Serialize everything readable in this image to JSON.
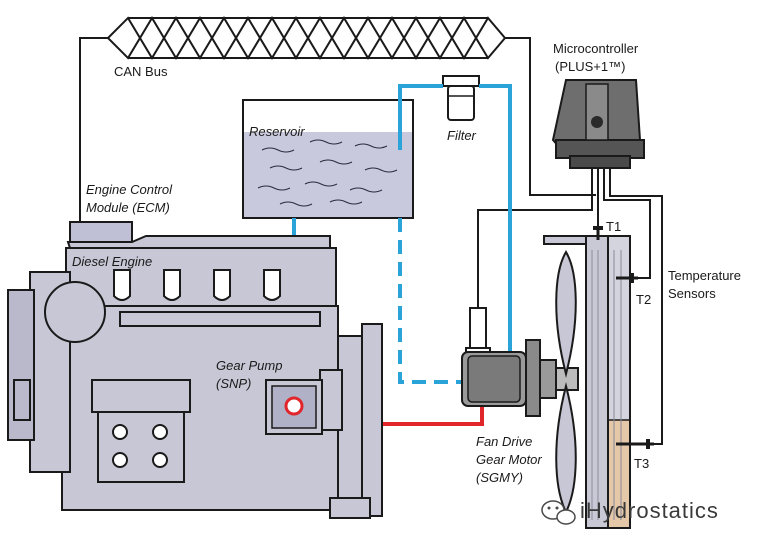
{
  "labels": {
    "can_bus": "CAN Bus",
    "microcontroller_line1": "Microcontroller",
    "microcontroller_line2": "(PLUS+1™)",
    "reservoir": "Reservoir",
    "filter": "Filter",
    "ecm_line1": "Engine Control",
    "ecm_line2": "Module (ECM)",
    "diesel_engine": "Diesel Engine",
    "gear_pump_line1": "Gear Pump",
    "gear_pump_line2": "(SNP)",
    "fan_drive_line1": "Fan Drive",
    "fan_drive_line2": "Gear Motor",
    "fan_drive_line3": "(SGMY)",
    "t1": "T1",
    "t2": "T2",
    "t3": "T3",
    "temp_sensors_line1": "Temperature",
    "temp_sensors_line2": "Sensors",
    "watermark": "iHydrostatics"
  },
  "colors": {
    "supply_line": "#2aa3d8",
    "pressure_line": "#e0262b",
    "engine_fill": "#c7c7d6",
    "reservoir_fluid": "#c9c9de",
    "radiator_hot": "#e4c8a8"
  },
  "icons": {
    "watermark": "wechat-icon"
  }
}
